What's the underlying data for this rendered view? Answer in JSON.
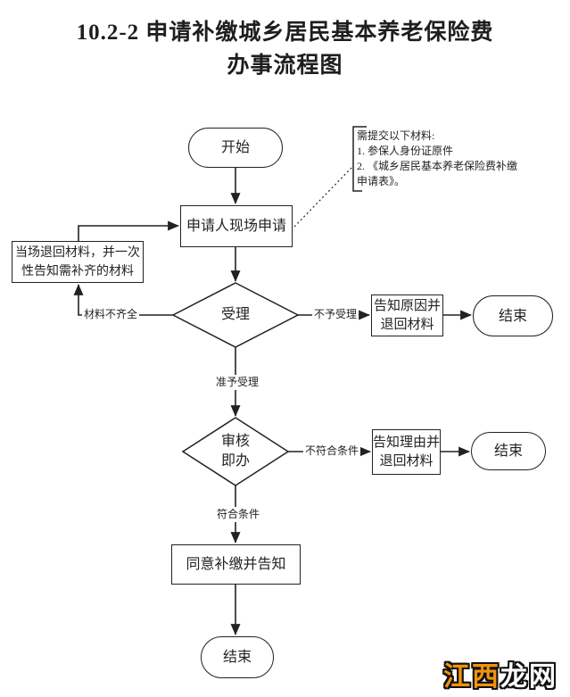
{
  "title": {
    "line1": "10.2-2 申请补缴城乡居民基本养老保险费",
    "line2": "办事流程图"
  },
  "nodes": {
    "start": {
      "label": "开始"
    },
    "apply": {
      "label": "申请人现场申请"
    },
    "return_materials": {
      "line1": "当场退回材料，并一次",
      "line2": "性告知需补齐的材料"
    },
    "accept_decision": {
      "label": "受理"
    },
    "notify_reason": {
      "line1": "告知原因并",
      "line2": "退回材料"
    },
    "end_reject": {
      "label": "结束"
    },
    "review_decision": {
      "line1": "审核",
      "line2": "即办"
    },
    "notify_grounds": {
      "line1": "告知理由并",
      "line2": "退回材料"
    },
    "end_unqualified": {
      "label": "结束"
    },
    "agree": {
      "label": "同意补缴并告知"
    },
    "end_final": {
      "label": "结束"
    }
  },
  "note": {
    "line1": "需提交以下材料:",
    "line2": "1. 参保人身份证原件",
    "line3": "2. 《城乡居民基本养老保险费补缴",
    "line4": "申请表》。"
  },
  "edge_labels": {
    "materials_incomplete": "材料不齐全",
    "not_accepted": "不予受理",
    "accepted": "准予受理",
    "not_qualified": "不符合条件",
    "qualified": "符合条件"
  },
  "watermark": {
    "part1": "江西",
    "part2": "龙网",
    "part1_color": "#f0920e",
    "part2_color": "#ffffff"
  },
  "colors": {
    "line": "#222222",
    "background": "#ffffff"
  }
}
